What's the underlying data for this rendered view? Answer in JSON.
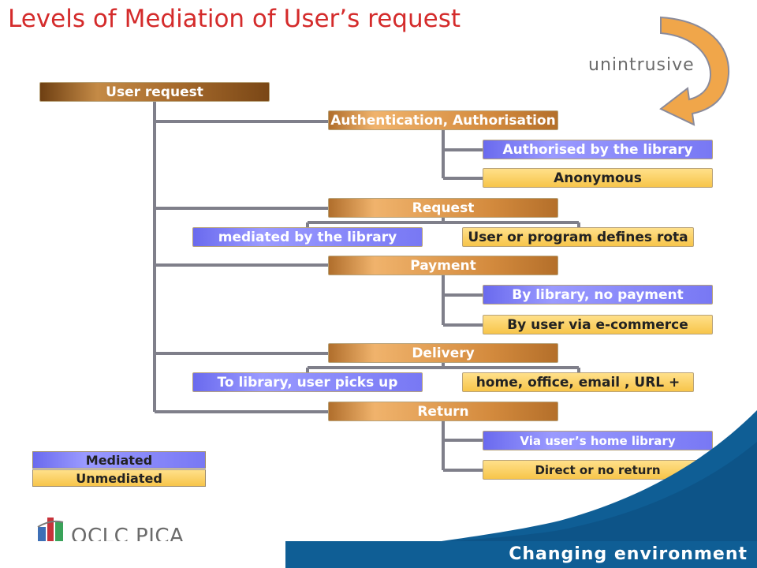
{
  "title": "Levels of Mediation of User’s request",
  "annotation": "unintrusive",
  "root": "User request",
  "categories": {
    "auth": "Authentication, Authorisation",
    "request": "Request",
    "payment": "Payment",
    "delivery": "Delivery",
    "return": "Return"
  },
  "options": {
    "auth_library": "Authorised by the library",
    "auth_anonymous": "Anonymous",
    "request_library": "mediated by the library",
    "request_user": "User or program defines rota",
    "payment_library": "By library, no payment",
    "payment_user": "By user via e-commerce",
    "delivery_library": "To library, user picks up",
    "delivery_user": "home, office, email , URL +",
    "return_library": "Via user’s home library",
    "return_direct": "Direct or no return"
  },
  "legend": {
    "mediated": "Mediated",
    "unmediated": "Unmediated"
  },
  "logo_text": "OCLC PICA",
  "footer": "Changing environment",
  "colors": {
    "title": "#d42b2b",
    "mediated": "#7878f4",
    "unmediated": "#f7c54a",
    "category": "#d48b3e",
    "footer": "#0f5e95",
    "arrow": "#f0a64a",
    "connector": "#7f7f8a"
  }
}
